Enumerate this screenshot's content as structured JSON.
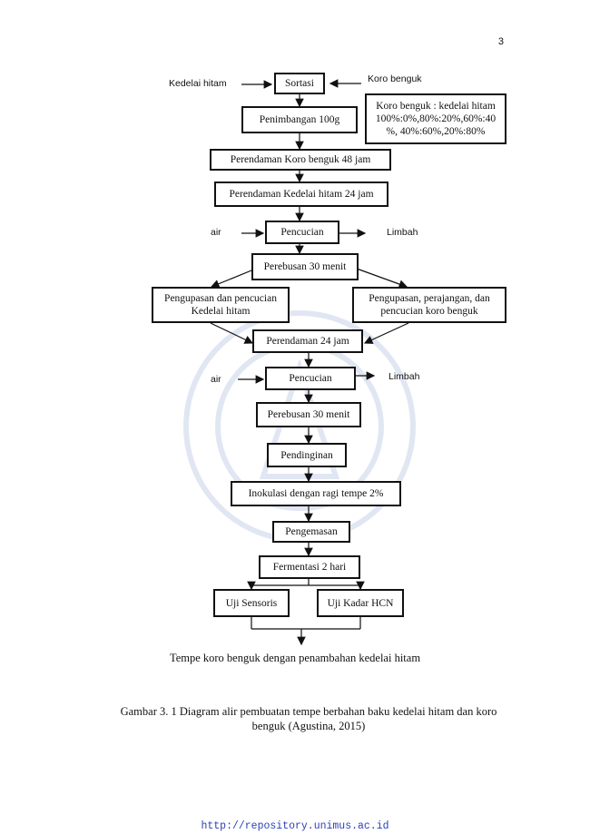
{
  "page_number": "3",
  "nodes": {
    "sortasi": "Sortasi",
    "penimbangan": "Penimbangan 100g",
    "perendaman_koro": "Perendaman Koro benguk 48 jam",
    "perendaman_kedelai": "Perendaman Kedelai hitam 24 jam",
    "pencucian_1": "Pencucian",
    "perebusan_1": "Perebusan 30 menit",
    "pengupasan_kedelai": "Pengupasan dan  pencucian Kedelai hitam",
    "pengupasan_koro": "Pengupasan, perajangan, dan pencucian koro benguk",
    "perendaman_24": "Perendaman 24 jam",
    "pencucian_2": "Pencucian",
    "perebusan_2": "Perebusan 30 menit",
    "pendinginan": "Pendinginan",
    "inokulasi": "Inokulasi dengan ragi tempe 2%",
    "pengemasan": "Pengemasan",
    "fermentasi": "Fermentasi 2 hari",
    "uji_sensoris": "Uji Sensoris",
    "uji_hcn": "Uji Kadar HCN"
  },
  "ratio_box": "Koro benguk : kedelai hitam 100%:0%,80%:20%,60%:40 %, 40%:60%,20%:80%",
  "side_labels": {
    "kedelai_hitam": "Kedelai hitam",
    "koro_benguk": "Koro benguk",
    "air_1": "air",
    "limbah_1": "Limbah",
    "air_2": "air",
    "limbah_2": "Limbah"
  },
  "result_text": "Tempe koro benguk dengan penambahan kedelai hitam",
  "caption": "Gambar 3. 1 Diagram alir pembuatan tempe berbahan baku kedelai hitam dan koro benguk (Agustina, 2015)",
  "footer_url": "http://repository.unimus.ac.id",
  "colors": {
    "line": "#111111",
    "footer_link": "#2a3fb8",
    "watermark": "#9fb0d6"
  }
}
